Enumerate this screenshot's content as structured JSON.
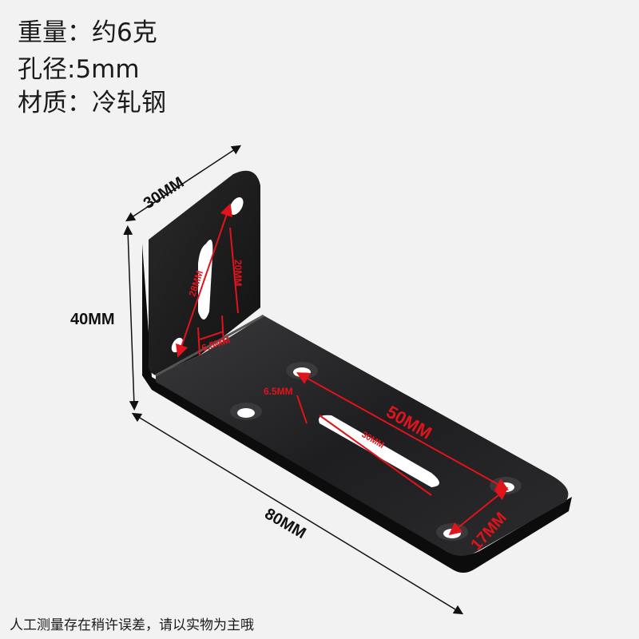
{
  "specs": {
    "weight": "重量：约6克",
    "hole_diameter": "孔径:5mm",
    "material": "材质：冷轧钢"
  },
  "dimensions": {
    "width": "30MM",
    "height": "40MM",
    "length": "80MM",
    "vertical_slot_diagonal": "28MM",
    "vertical_slot_height": "20MM",
    "vertical_slot_width": "6.5MM",
    "horizontal_slot_width": "6.5MM",
    "hole_spacing": "50MM",
    "horizontal_slot_length": "30MM",
    "end_hole_spacing": "17MM"
  },
  "note": "人工测量存在稍许误差，请以实物为主哦",
  "colors": {
    "background": "#f2f2f2",
    "bracket": "#1c1c1e",
    "dimension_red": "#e0141a"
  }
}
